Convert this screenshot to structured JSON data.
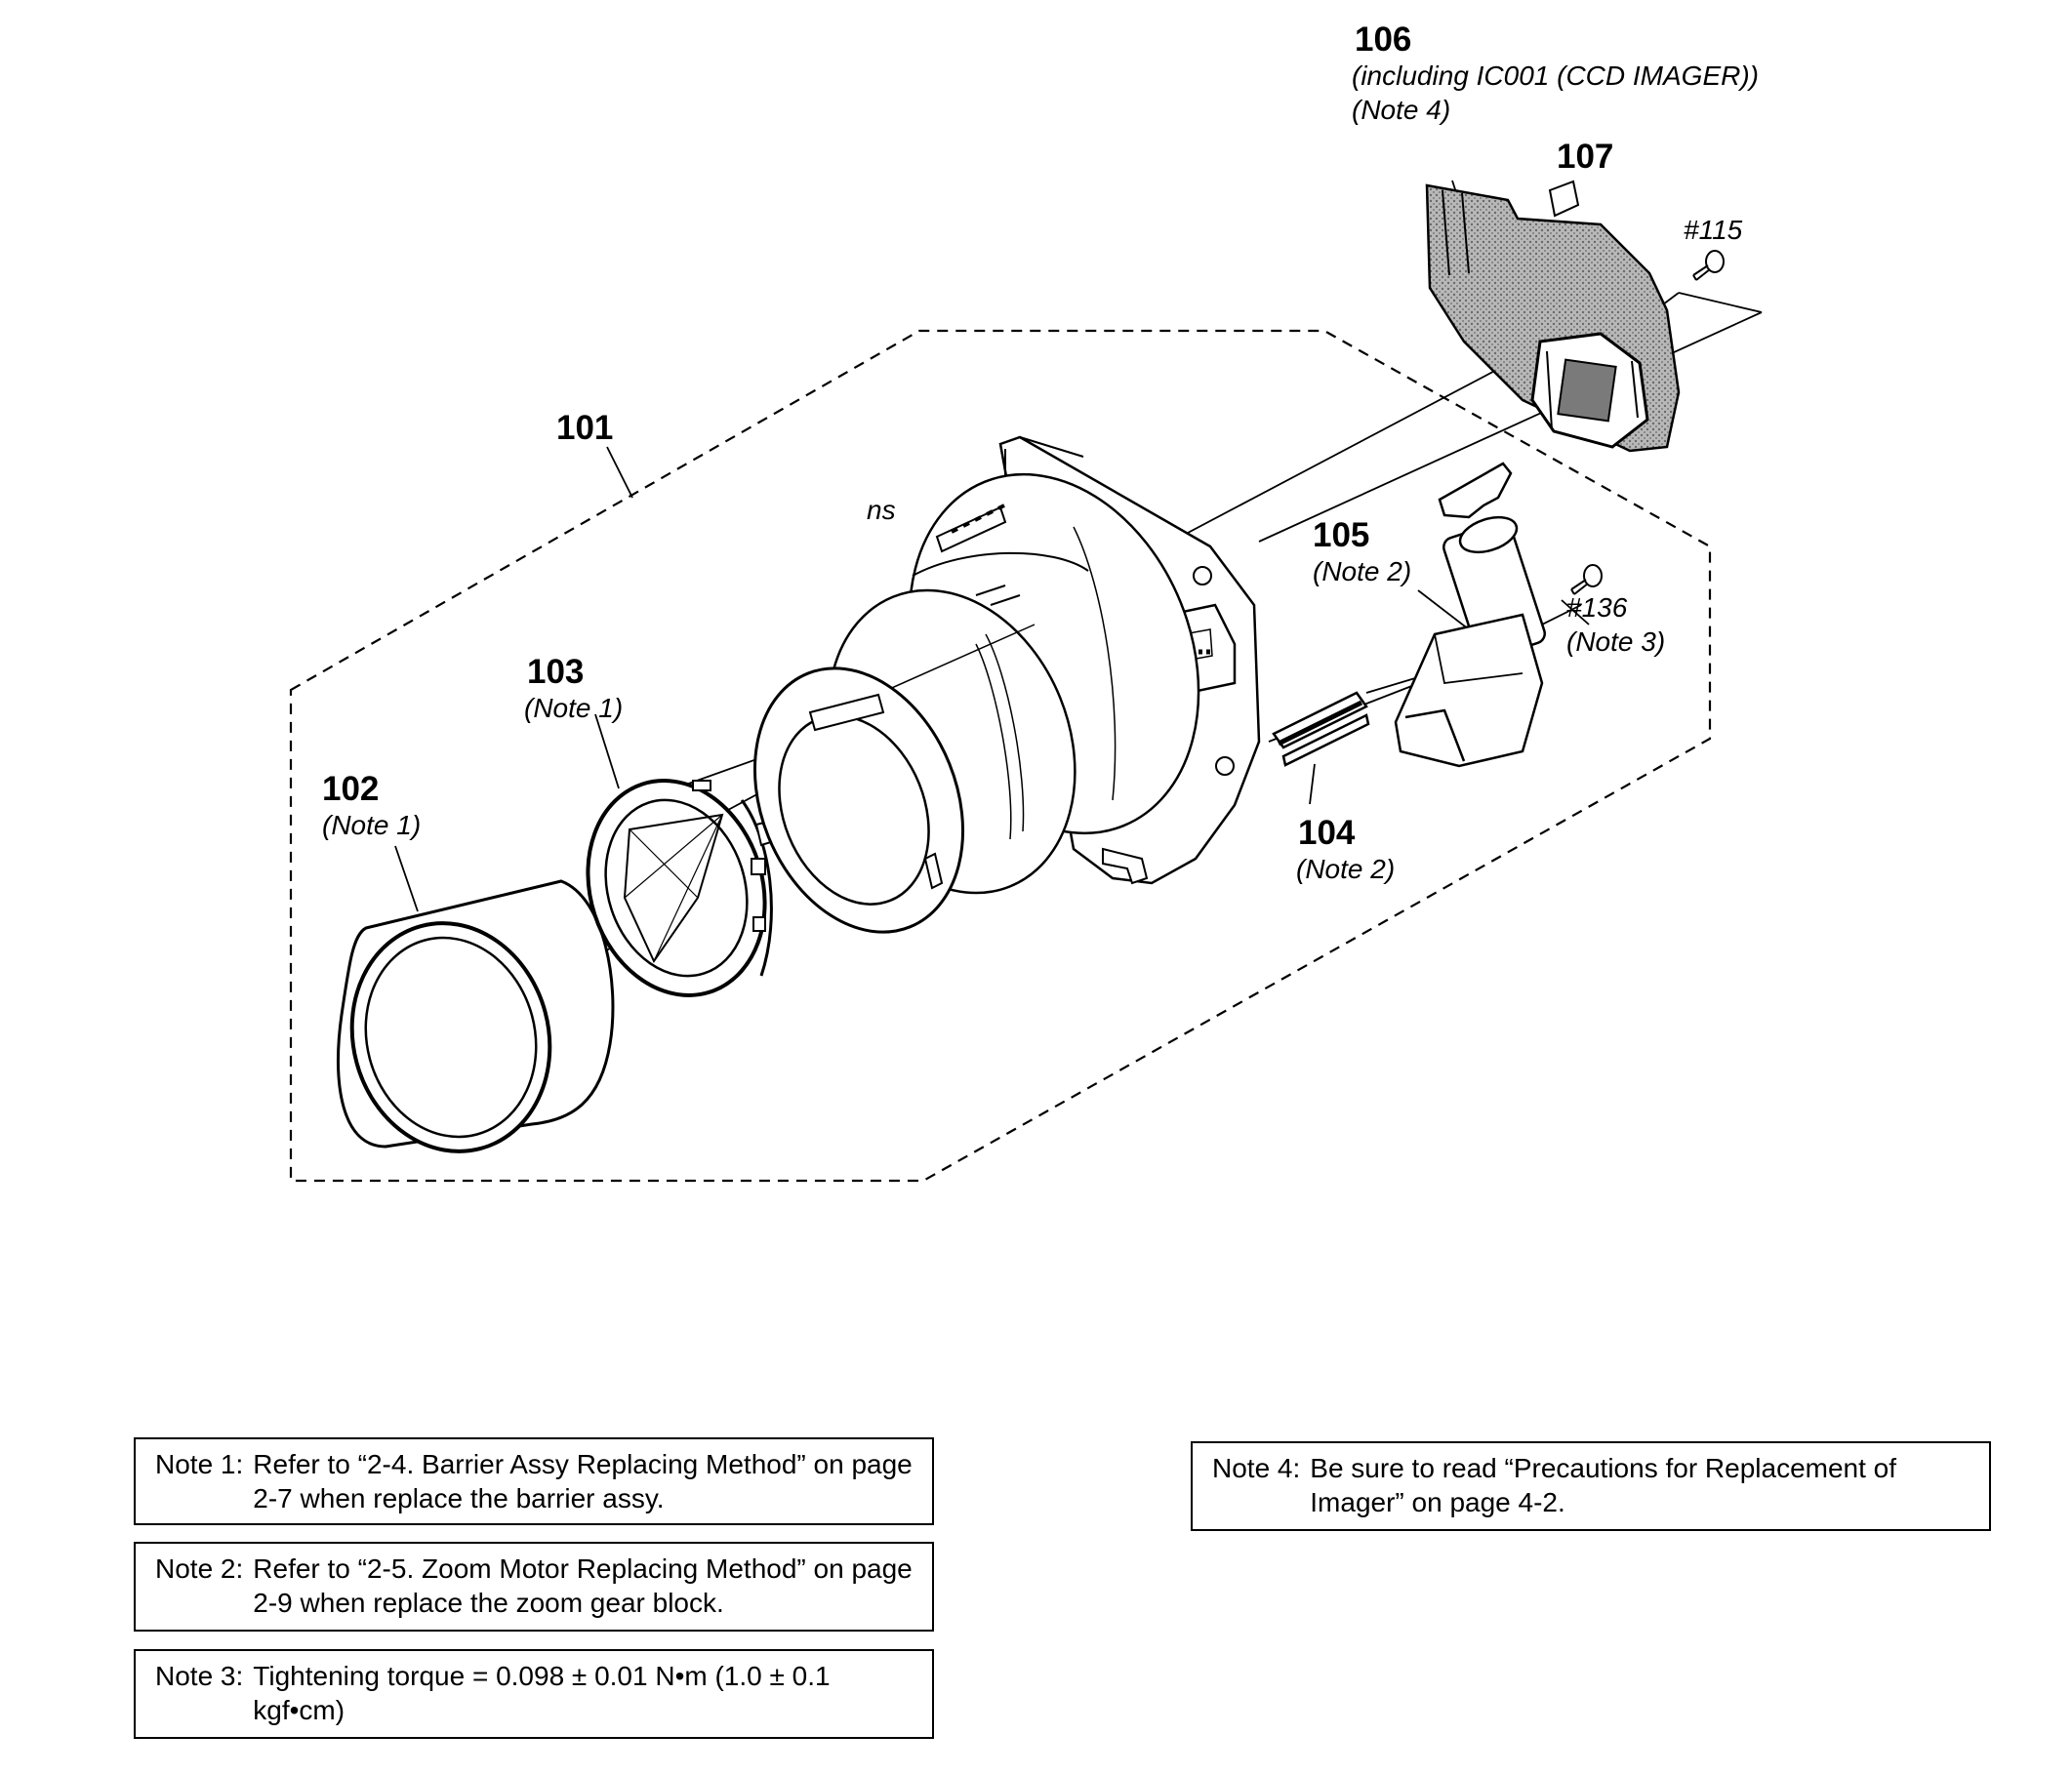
{
  "labels": {
    "p101": {
      "num": "101",
      "sub": ""
    },
    "p102": {
      "num": "102",
      "sub": "(Note 1)"
    },
    "p103": {
      "num": "103",
      "sub": "(Note 1)"
    },
    "p104": {
      "num": "104",
      "sub": "(Note 2)"
    },
    "p105": {
      "num": "105",
      "sub": "(Note 2)"
    },
    "p106": {
      "num": "106",
      "sub": "(including IC001 (CCD IMAGER))",
      "sub2": "(Note 4)"
    },
    "p107": {
      "num": "107",
      "sub": ""
    },
    "s115": {
      "num": "#115",
      "sub": ""
    },
    "s136": {
      "num": "#136",
      "sub": "(Note 3)"
    },
    "ns": "ns"
  },
  "notes": [
    {
      "label": "Note 1:",
      "text": "Refer to “2-4. Barrier Assy Replacing Method” on page 2-7 when replace the barrier assy."
    },
    {
      "label": "Note 2:",
      "text": "Refer to “2-5. Zoom Motor Replacing Method” on page 2-9 when replace the zoom gear block."
    },
    {
      "label": "Note 3:",
      "text": "Tightening torque = 0.098 ± 0.01 N•m (1.0 ± 0.1 kgf•cm)"
    },
    {
      "label": "Note 4:",
      "text": "Be sure to read “Precautions for Replacement of Imager” on page 4-2."
    }
  ],
  "colors": {
    "line": "#000000",
    "flex_board": "#9a9a9a",
    "background": "#ffffff"
  }
}
